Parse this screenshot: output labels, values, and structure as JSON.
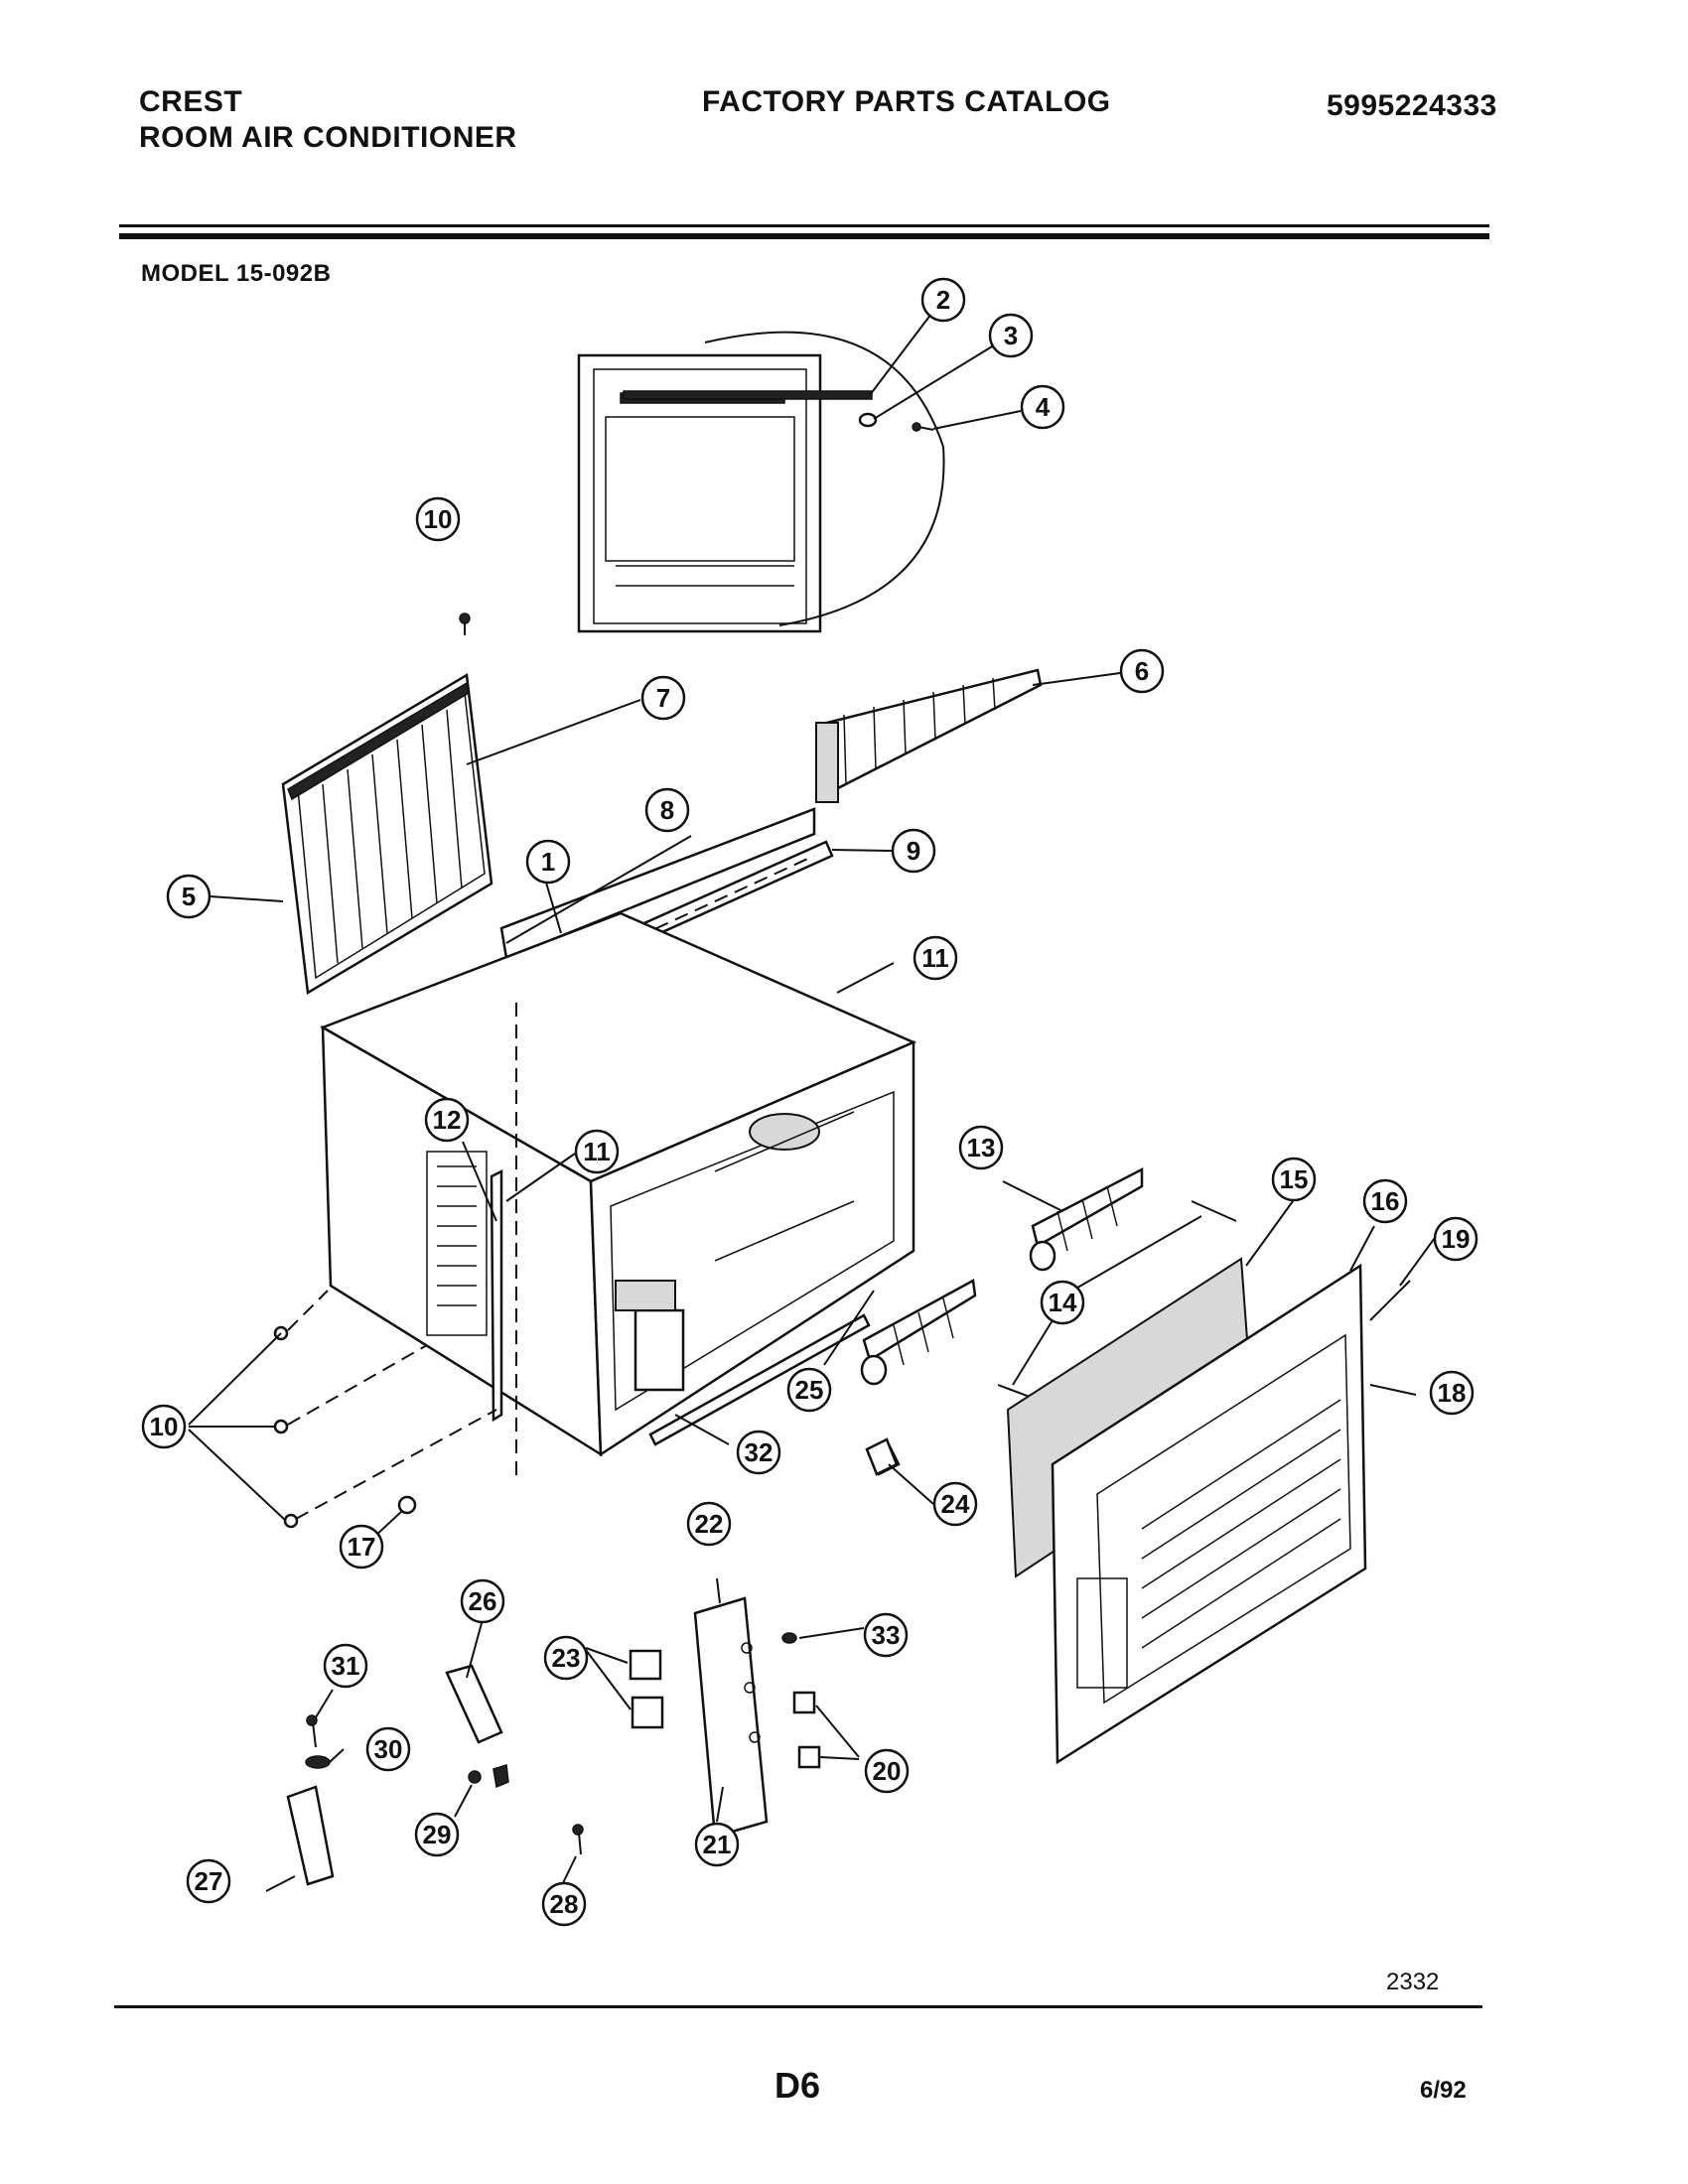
{
  "header": {
    "brand": "CREST",
    "product": "ROOM AIR CONDITIONER",
    "catalog_title": "FACTORY PARTS CATALOG",
    "catalog_number": "5995224333",
    "model": "MODEL 15-092B"
  },
  "footer": {
    "drawing_code": "2332",
    "page": "D6",
    "date": "6/92"
  },
  "callouts": [
    "1",
    "2",
    "3",
    "4",
    "5",
    "6",
    "7",
    "8",
    "9",
    "10",
    "10",
    "10",
    "10",
    "11",
    "11",
    "12",
    "13",
    "14",
    "15",
    "16",
    "17",
    "18",
    "19",
    "20",
    "21",
    "22",
    "23",
    "24",
    "25",
    "26",
    "27",
    "28",
    "29",
    "30",
    "31",
    "32",
    "33"
  ]
}
